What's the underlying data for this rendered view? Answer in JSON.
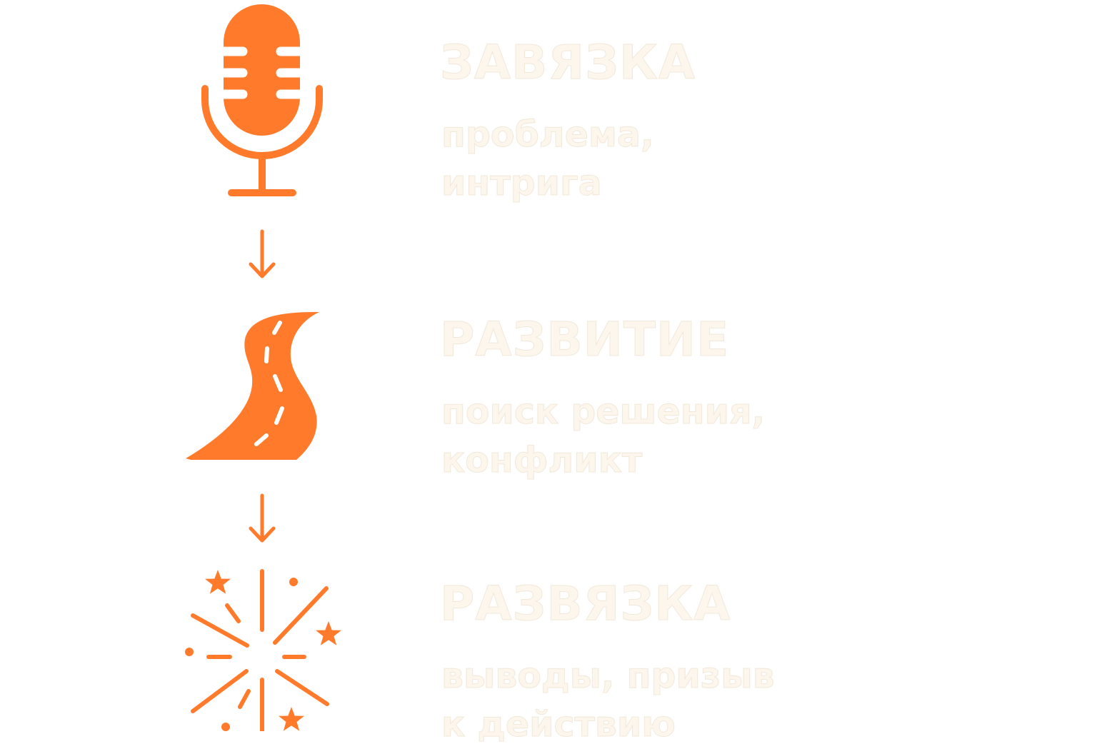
{
  "colors": {
    "accent": "#FF7A2A",
    "text_fill": "#FDF6EC",
    "text_outline": "#F1E8DA",
    "background": "#FFFFFF"
  },
  "stages": [
    {
      "icon": "microphone-icon",
      "title": "ЗАВЯЗКА",
      "desc_lines": [
        "проблема,",
        "интрига"
      ]
    },
    {
      "icon": "winding-road-icon",
      "title": "РАЗВИТИЕ",
      "desc_lines": [
        "поиск решения,",
        "конфликт"
      ]
    },
    {
      "icon": "fireworks-icon",
      "title": "РАЗВЯЗКА",
      "desc_lines": [
        "выводы, призыв",
        "к действию"
      ]
    }
  ],
  "connectors": [
    "down-arrow-icon",
    "down-arrow-icon"
  ]
}
